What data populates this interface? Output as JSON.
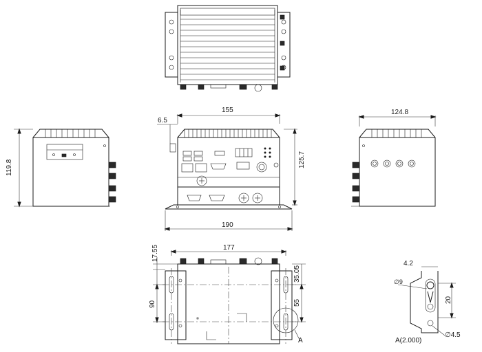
{
  "drawing": {
    "front_view": {
      "width_top": "155",
      "flange_offset": "6.5",
      "height": "125.7",
      "width_base": "190"
    },
    "left_view": {
      "height": "119.8"
    },
    "right_view": {
      "depth": "124.8"
    },
    "bottom_view": {
      "hole_spacing": "177",
      "top_offset": "17.55",
      "right_offset": "35.05",
      "slot_pitch": "55",
      "left_span": "90"
    },
    "detail_view": {
      "width": "4.2",
      "slot_length": "20",
      "diameter_large": "∅9",
      "diameter_small": "∅4.5",
      "scale_label": "A(2.000)",
      "marker": "A"
    }
  }
}
